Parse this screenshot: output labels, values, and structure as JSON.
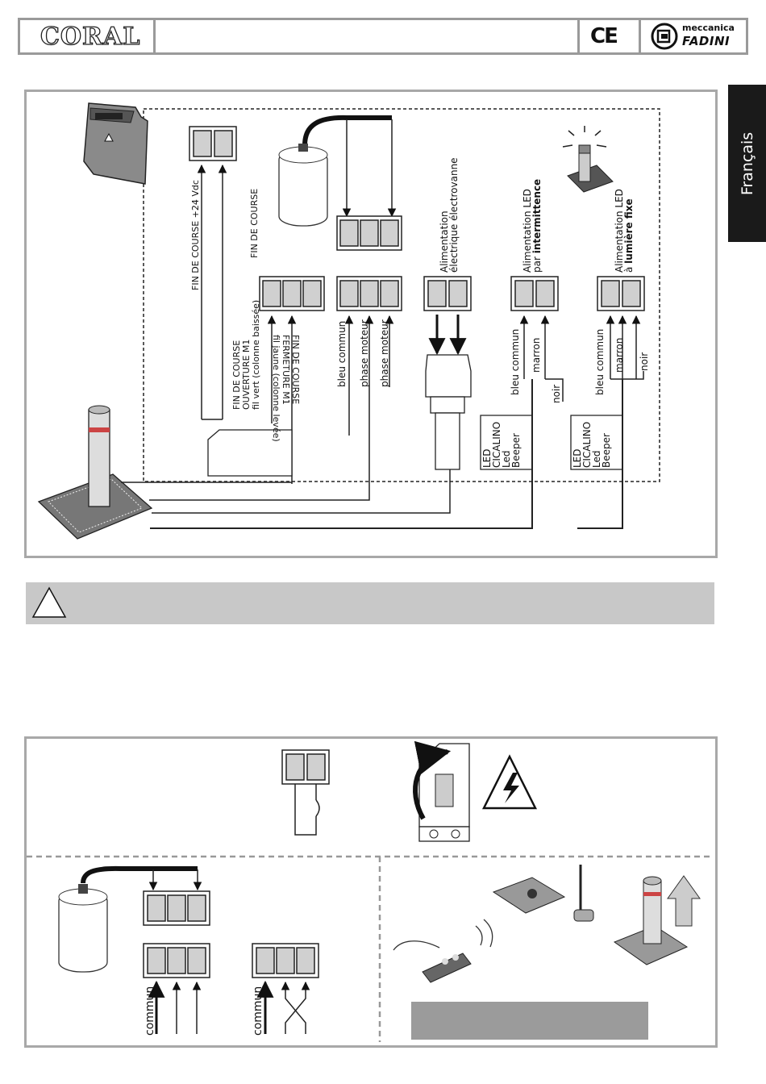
{
  "header": {
    "logo": "CORAL",
    "ce_mark": "CE",
    "brand_top": "meccanica",
    "brand_name": "FADINI"
  },
  "side_tab": "Français",
  "wiring": {
    "fin_course_24": "FIN DE COURSE +24 Vdc",
    "fin_course": "FIN DE COURSE",
    "fc_ouverture": [
      "FIN DE COURSE",
      "OUVERTURE M1",
      "fil vert (colonne baissée)"
    ],
    "fc_fermeture": [
      "FIN DE COURSE",
      "FERMETURE M1",
      "fil jaune (colonne levée)"
    ],
    "bleu_commun": "bleu commun",
    "phase_moteur": "phase moteur",
    "electrovanne": [
      "Alimentation",
      "électrique électrovanne"
    ],
    "led_intermittence": [
      "Alimentation LED",
      "par ",
      "intermittence"
    ],
    "led_fixe": [
      "Alimentation LED",
      "à ",
      "lumière fixe"
    ],
    "marron": "marron",
    "noir": "noir",
    "beeper_labels": [
      "LED",
      "CICALINO",
      "Led",
      "Beeper"
    ]
  },
  "bottom": {
    "commun": "commun"
  },
  "colors": {
    "panel_border": "#a8a8a8",
    "warn_bar": "#c8c8c8",
    "grey_box": "#9b9b9b",
    "terminal_fill": "#d0d0d0"
  }
}
